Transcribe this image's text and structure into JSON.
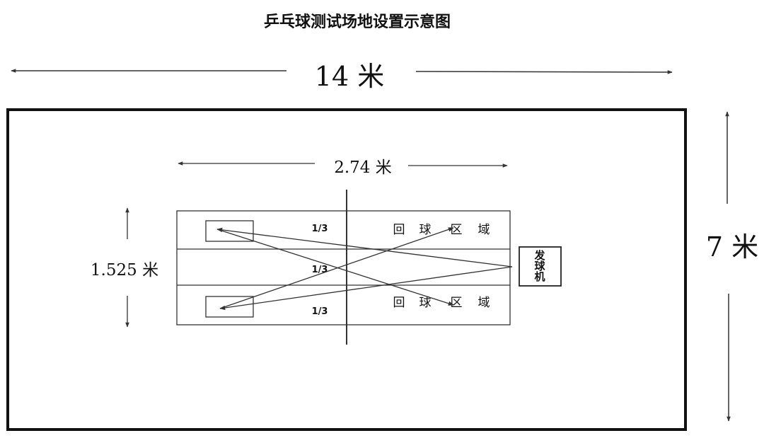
{
  "title": "乒乓球测试场地设置示意图",
  "field": {
    "length_label": "14 米",
    "width_label": "7 米"
  },
  "table": {
    "length_label": "2.74 米",
    "width_label": "1.525 米"
  },
  "fractions": [
    "1/3",
    "1/3",
    "1/3"
  ],
  "zones": {
    "top": [
      "回",
      "球",
      "区",
      "域"
    ],
    "bottom": [
      "回",
      "球",
      "区",
      "域"
    ]
  },
  "machine": {
    "lines": [
      "发",
      "球",
      "机"
    ]
  },
  "colors": {
    "line": "#333333",
    "border": "#111111",
    "background": "#ffffff"
  }
}
